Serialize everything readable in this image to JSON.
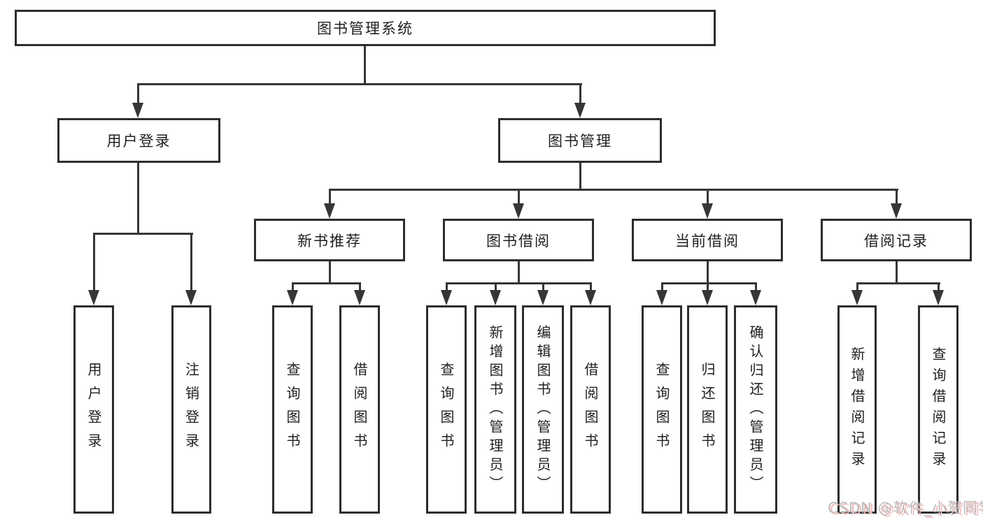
{
  "tree": {
    "root": "图书管理系统",
    "branches": [
      {
        "label": "用户登录",
        "children": [
          "用户登录",
          "注销登录"
        ]
      },
      {
        "label": "图书管理",
        "groups": [
          {
            "label": "新书推荐",
            "children": [
              "查询图书",
              "借阅图书"
            ]
          },
          {
            "label": "图书借阅",
            "children": [
              "查询图书",
              "新增图书（管理员）",
              "编辑图书（管理员）",
              "借阅图书"
            ]
          },
          {
            "label": "当前借阅",
            "children": [
              "查询图书",
              "归还图书",
              "确认归还（管理员）"
            ]
          },
          {
            "label": "借阅记录",
            "children": [
              "新增借阅记录",
              "查询借阅记录"
            ]
          }
        ]
      }
    ]
  },
  "watermark": "CSDN @软件_小贺同学",
  "colors": {
    "line": "#363636",
    "box_border": "#2d2d2d",
    "text": "#1f1f1f",
    "watermark_gray": "#bdbdbd",
    "watermark_pink": "#f3bcbc",
    "background": "#ffffff"
  }
}
